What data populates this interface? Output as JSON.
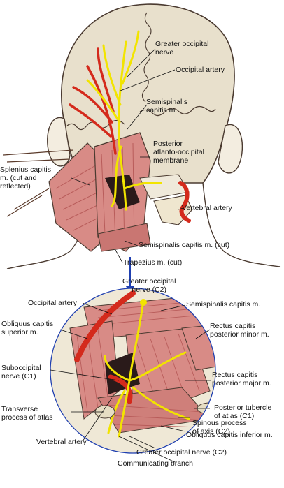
{
  "top_view": {
    "labels": {
      "greater_occipital_nerve": "Greater occipital\nnerve",
      "occipital_artery": "Occipital artery",
      "semispinalis_capitis": "Semispinalis\ncapitis m.",
      "posterior_atlanto_occipital_membrane": "Posterior\natlanto-occipital\nmembrane",
      "splenius_capitis": "Splenius capitis\nm. (cut and\nreflected)",
      "vertebral_artery": "Vertebral artery",
      "semispinalis_capitis_cut": "Semispinalis capitis m. (cut)",
      "trapezius_cut": "Trapezius m. (cut)"
    }
  },
  "detail_view": {
    "labels": {
      "greater_occipital_nerve_c2_top": "Greater occipital\nnerve (C2)",
      "occipital_artery": "Occipital artery",
      "semispinalis_capitis": "Semispinalis capitis m.",
      "obliquus_capitis_superior": "Obliquus capitis\nsuperior m.",
      "rectus_capitis_posterior_minor": "Rectus capitis\nposterior minor m.",
      "suboccipital_nerve": "Suboccipital\nnerve (C1)",
      "rectus_capitis_posterior_major": "Rectus capitis\nposterior major m.",
      "posterior_tubercle_atlas": "Posterior tubercle\nof atlas (C1)",
      "transverse_process_atlas": "Transverse\nprocess of atlas",
      "spinous_process_axis": "Spinous process\nof axis (C2)",
      "obliquus_capitis_inferior": "Obliquus capitis inferior m.",
      "vertebral_artery": "Vertebral artery",
      "greater_occipital_nerve_c2_bottom": "Greater occipital nerve (C2)",
      "communicating_branch": "Communicating branch"
    }
  },
  "colors": {
    "skull": "#e8e0cc",
    "muscle": "#d88b86",
    "muscle_dark": "#b85c5a",
    "nerve": "#f2e400",
    "artery": "#d42a1c",
    "outline": "#4a3a30",
    "arrow": "#1f3fb0"
  }
}
